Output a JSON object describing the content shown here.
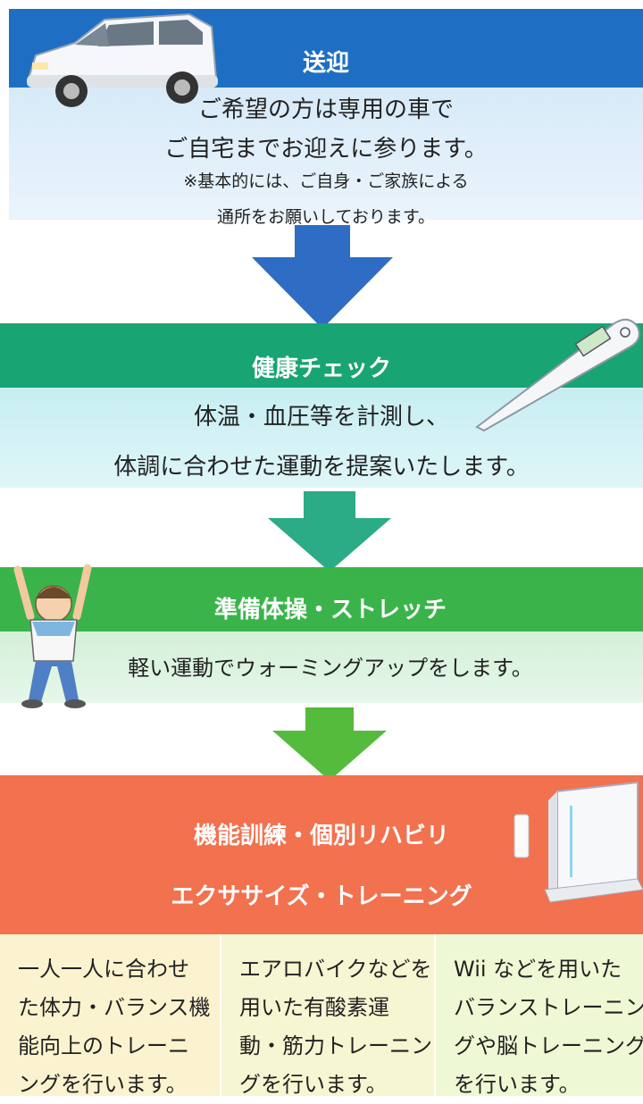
{
  "steps": {
    "pickup": {
      "title": "送迎",
      "line1": "ご希望の方は専用の車で",
      "line2": "ご自宅までお迎えに参ります。",
      "note1": "※基本的には、ご自身・ご家族による",
      "note2": "通所をお願いしております。"
    },
    "health": {
      "title": "健康チェック",
      "line1": "体温・血圧等を計測し、",
      "line2": "体調に合わせた運動を提案いたします。"
    },
    "warmup": {
      "title": "準備体操・ストレッチ",
      "line1": "軽い運動でウォーミングアップをします。"
    },
    "training": {
      "title1": "機能訓練・個別リハビリ",
      "title2": "エクササイズ・トレーニング",
      "columns": [
        [
          "一人一人に合わせ",
          "た体力・バランス機",
          "能向上のトレーニ",
          "ングを行います。"
        ],
        [
          "エアロバイクなどを",
          "用いた有酸素運",
          "動・筋力トレーニン",
          "グを行います。"
        ],
        [
          "Wii などを用いた",
          "バランストレーニン",
          "グや脳トレーニング",
          "を行います。"
        ]
      ]
    }
  },
  "colors": {
    "pickup": "#1e6fc4",
    "health": "#19a473",
    "warmup": "#3ab44a",
    "training": "#f2714e"
  },
  "icons": [
    "car-icon",
    "thermometer-icon",
    "person-stretching-icon",
    "game-console-icon",
    "down-arrow-icon"
  ]
}
